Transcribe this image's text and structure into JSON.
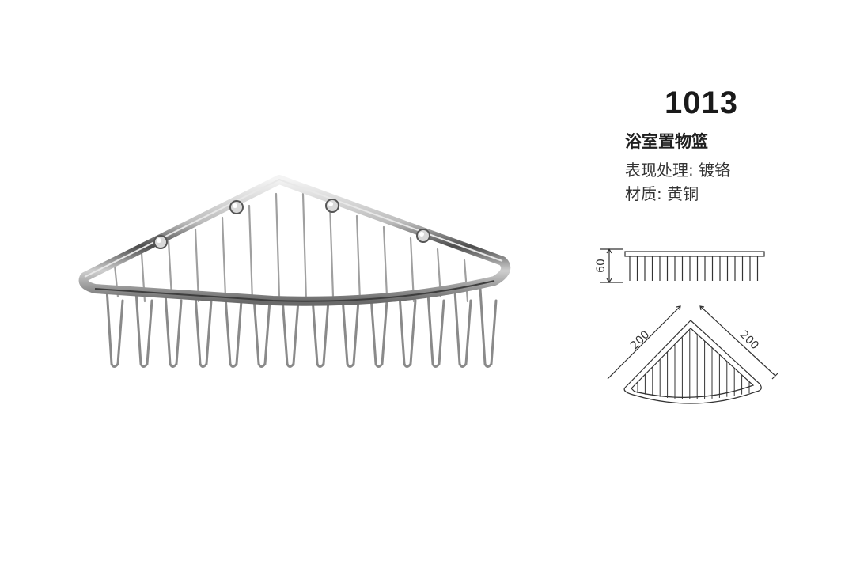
{
  "product": {
    "model_number": "1013",
    "name": "浴室置物篮",
    "finish_line": "表现处理: 镀铬",
    "material_line": "材质: 黄铜"
  },
  "drawings": {
    "height_dimension": "60",
    "side_a_dimension": "200",
    "side_b_dimension": "200"
  }
}
